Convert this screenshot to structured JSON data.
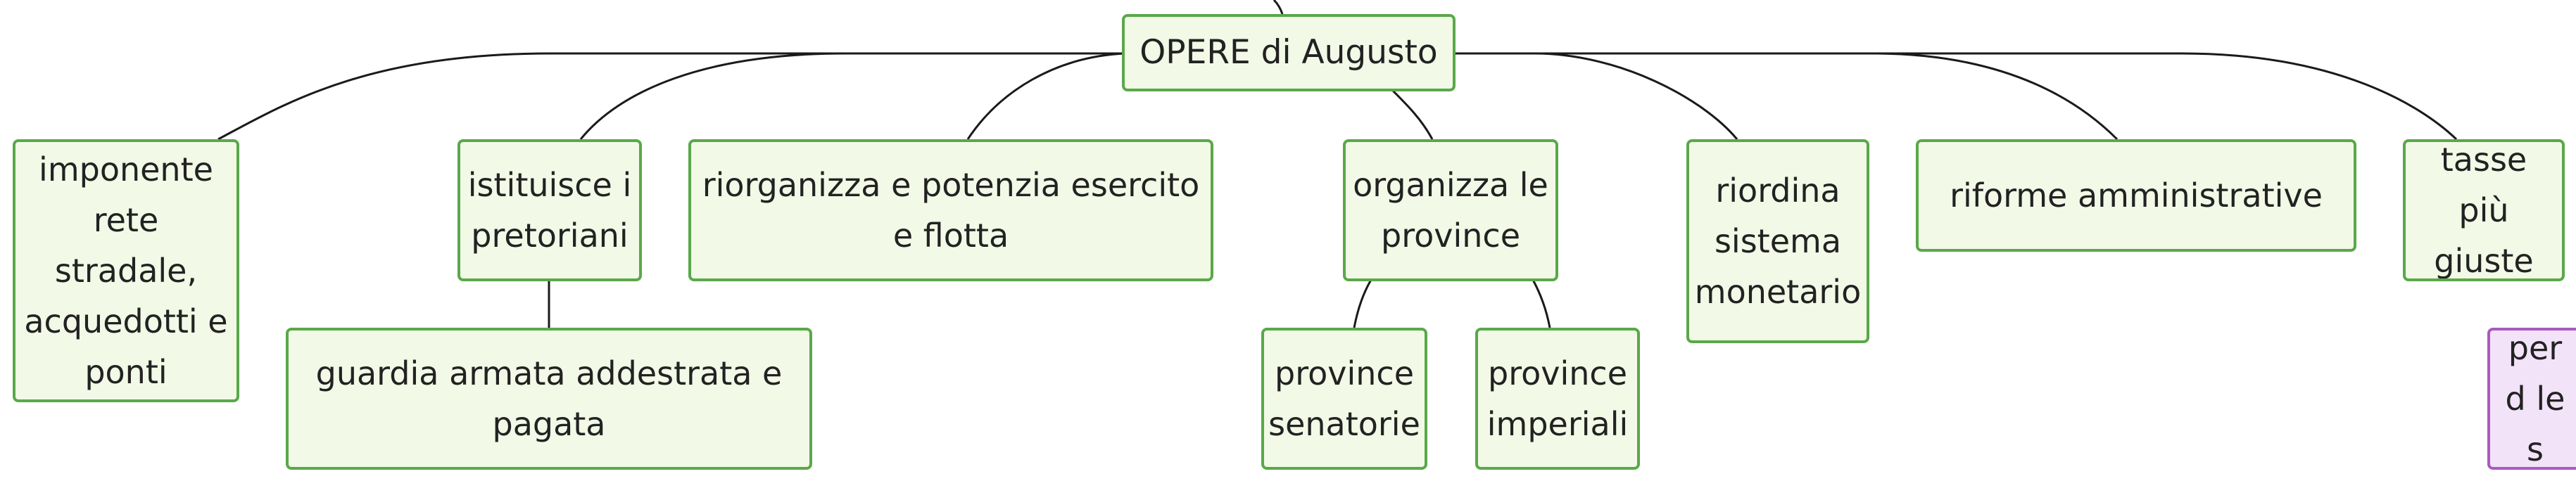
{
  "diagram": {
    "root": "OPERE di Augusto",
    "branches": [
      "imponente rete stradale, acquedotti e ponti",
      "istituisce i pretoriani",
      "riorganizza e potenzia esercito e flotta",
      "organizza le province",
      "riordina sistema monetario",
      "riforme amministrative",
      "tasse più giuste"
    ],
    "sub_nodes": {
      "pretoriani_detail": "guardia armata addestrata e pagata",
      "province_senatorie": "province senatorie",
      "province_imperiali": "province imperiali",
      "tasse_detail": "per d le s"
    }
  },
  "colors": {
    "node_fill": "#f2f9e7",
    "node_border": "#5aa84a",
    "highlight_fill": "#f3e3f8",
    "highlight_border": "#a95bc0",
    "edge": "#1a1a1a"
  }
}
